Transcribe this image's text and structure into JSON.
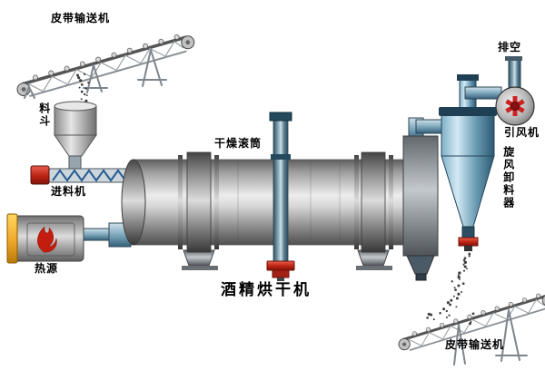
{
  "diagram": {
    "title": "酒精烘干机",
    "labels": {
      "belt_conveyor_top": "皮带输送机",
      "hopper": "料斗",
      "feeder": "进料机",
      "heat_source": "热源",
      "drying_drum": "干燥滚筒",
      "exhaust": "排空",
      "induced_draft_fan": "引风机",
      "cyclone_discharger": "旋风卸料器",
      "belt_conveyor_bottom": "皮带输送机"
    },
    "colors": {
      "background": "#ffffff",
      "metal_gray": "#b5b5b5",
      "steel_blue": "#5f8ba3",
      "accent_red": "#c0291b",
      "heat_yellow": "#f6b83c",
      "particle_dark": "#3d3d3d",
      "label_text": "#000000"
    }
  }
}
